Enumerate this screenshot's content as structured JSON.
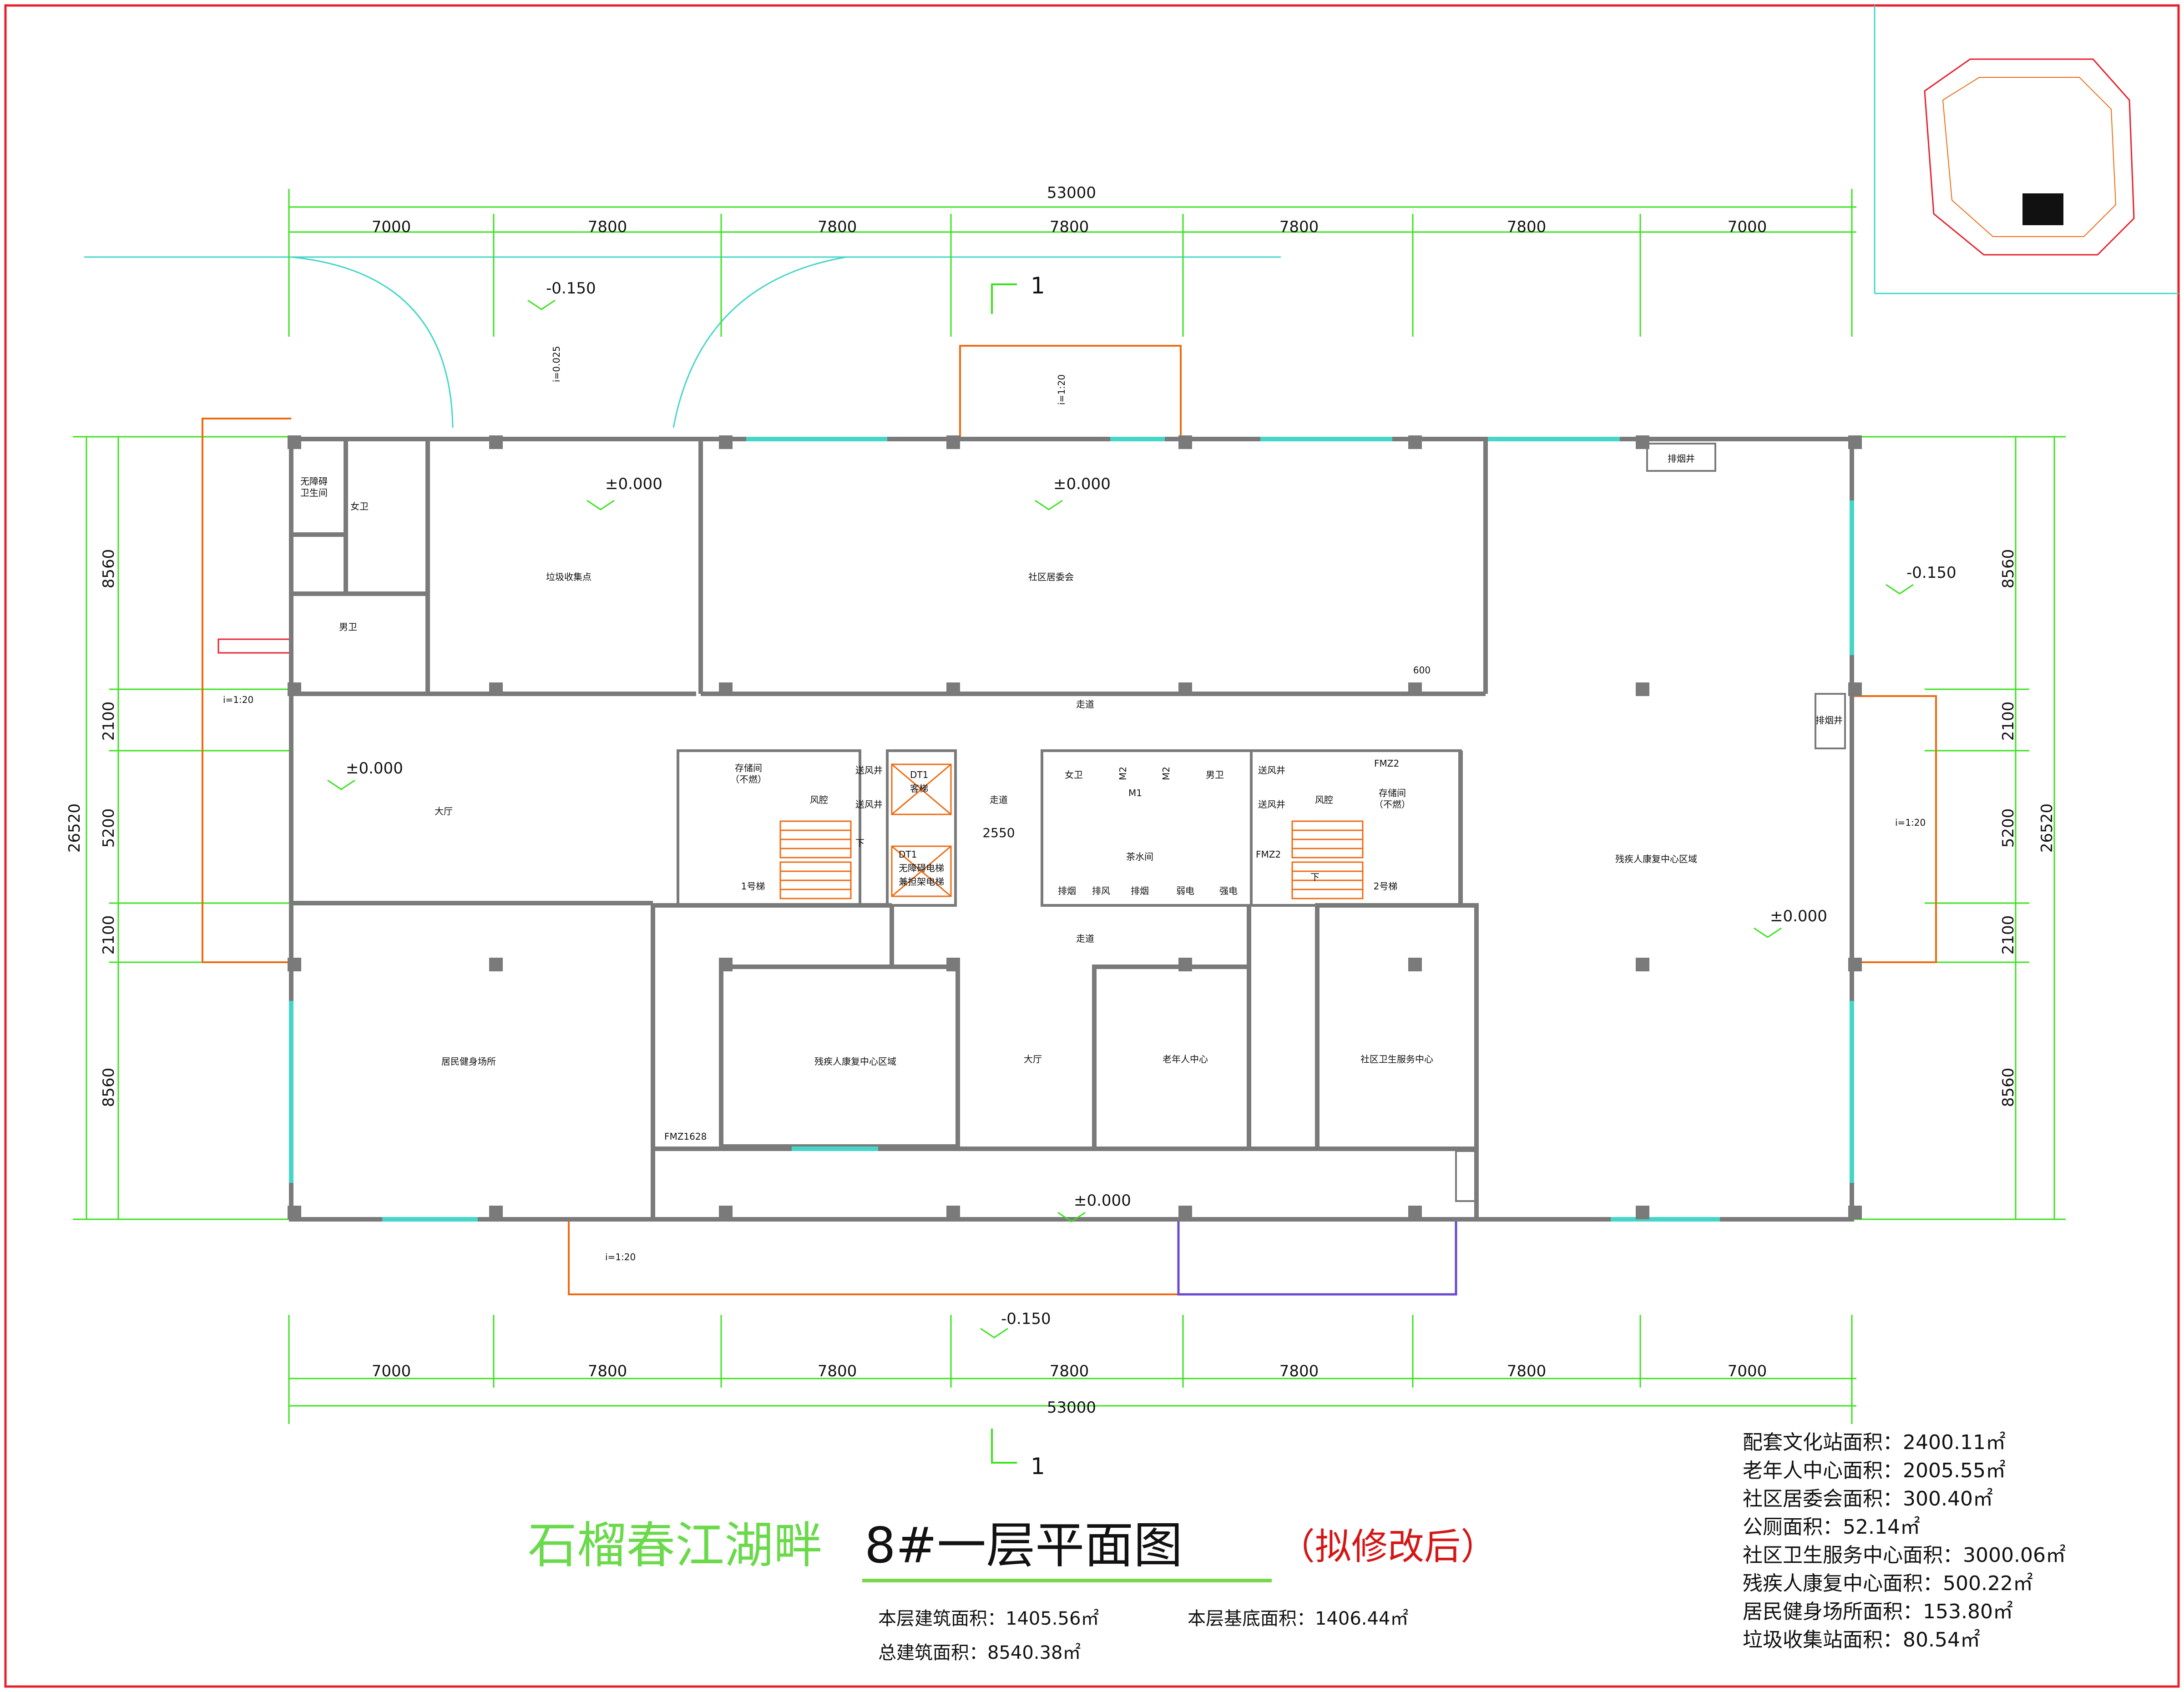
{
  "dimensions": {
    "total_top": "53000",
    "total_bottom": "53000",
    "bays": [
      "7000",
      "7800",
      "7800",
      "7800",
      "7800",
      "7800",
      "7000"
    ],
    "left_rows": [
      "8560",
      "2100",
      "5200",
      "2100",
      "8560"
    ],
    "right_rows": [
      "8560",
      "2100",
      "5200",
      "2100",
      "8560"
    ],
    "side_total": "26520",
    "corridor_width": "2550",
    "door_offset": "600"
  },
  "elevations": {
    "outside_top": "-0.150",
    "outside_right": "-0.150",
    "outside_bottom": "-0.150",
    "indoor": "±0.000"
  },
  "slopes": {
    "left_ramp": "i=1:20",
    "right_ramp": "i=1:20",
    "bottom_ramp": "i=1:20",
    "top_ramp": "i=1:20",
    "top_drain": "i=0.025"
  },
  "section_mark": "1",
  "rooms": {
    "garbage": "垃圾收集点",
    "community_committee": "社区居委会",
    "corridor_top": "走道",
    "corridor_mid": "走道",
    "corridor_low": "走道",
    "hall_left": "大厅",
    "hall_center": "大厅",
    "fitness": "居民健身场所",
    "rehab_left": "残疾人康复中心区域",
    "rehab_right": "残疾人康复中心区域",
    "elderly": "老年人中心",
    "health_center": "社区卫生服务中心",
    "women_toilet": "女卫",
    "men_toilet": "男卫",
    "accessible_toilet_1": "无障碍",
    "accessible_toilet_2": "卫生间",
    "storage_1": "存储间",
    "storage_fire": "（不燃）",
    "storage_2": "存储间",
    "storage_fire_2": "（不燃）",
    "air_supply": "送风井",
    "air_chamber": "风腔",
    "stair_1": "1号梯",
    "stair_2": "2号梯",
    "elevator_passenger_code": "DT1",
    "elevator_passenger": "客梯",
    "elevator_accessible_code": "DT1",
    "elevator_accessible_1": "无障碍电梯",
    "elevator_accessible_2": "兼担架电梯",
    "tea_room": "茶水间",
    "women_toilet_2": "女卫",
    "men_toilet_2": "男卫",
    "smoke_exhaust": "排烟",
    "air_exhaust": "排风",
    "weak_current": "弱电",
    "strong_current": "强电",
    "smoke_shaft": "排烟井",
    "smoke_shaft_side": "排烟井",
    "door_m1": "M1",
    "door_m2": "M2",
    "fire_door_1": "FMZ1628",
    "fire_door_2": "FMZ2",
    "fire_door_3": "FMZ2",
    "down_arrow": "下"
  },
  "title": {
    "project": "石榴春江湖畔",
    "drawing": "8#一层平面图",
    "note": "（拟修改后）"
  },
  "stats": {
    "floor_area": "本层建筑面积：1405.56㎡",
    "base_area": "本层基底面积：1406.44㎡",
    "total_area": "总建筑面积：8540.38㎡"
  },
  "area_list": [
    "配套文化站面积：2400.11㎡",
    "老年人中心面积：2005.55㎡",
    "社区居委会面积：300.40㎡",
    "公厕面积：52.14㎡",
    "社区卫生服务中心面积：3000.06㎡",
    "残疾人康复中心面积：500.22㎡",
    "居民健身场所面积：153.80㎡",
    "垃圾收集站面积：80.54㎡"
  ],
  "colors": {
    "frame": "#e8202c",
    "dim_lines": "#3be21e",
    "walls": "#7a7a7a",
    "glass": "#45d6c8",
    "ramp": "#ee6a10",
    "highlight_box": "#6a4ad0",
    "title_green": "#6ad94a",
    "title_red": "#d41616"
  }
}
